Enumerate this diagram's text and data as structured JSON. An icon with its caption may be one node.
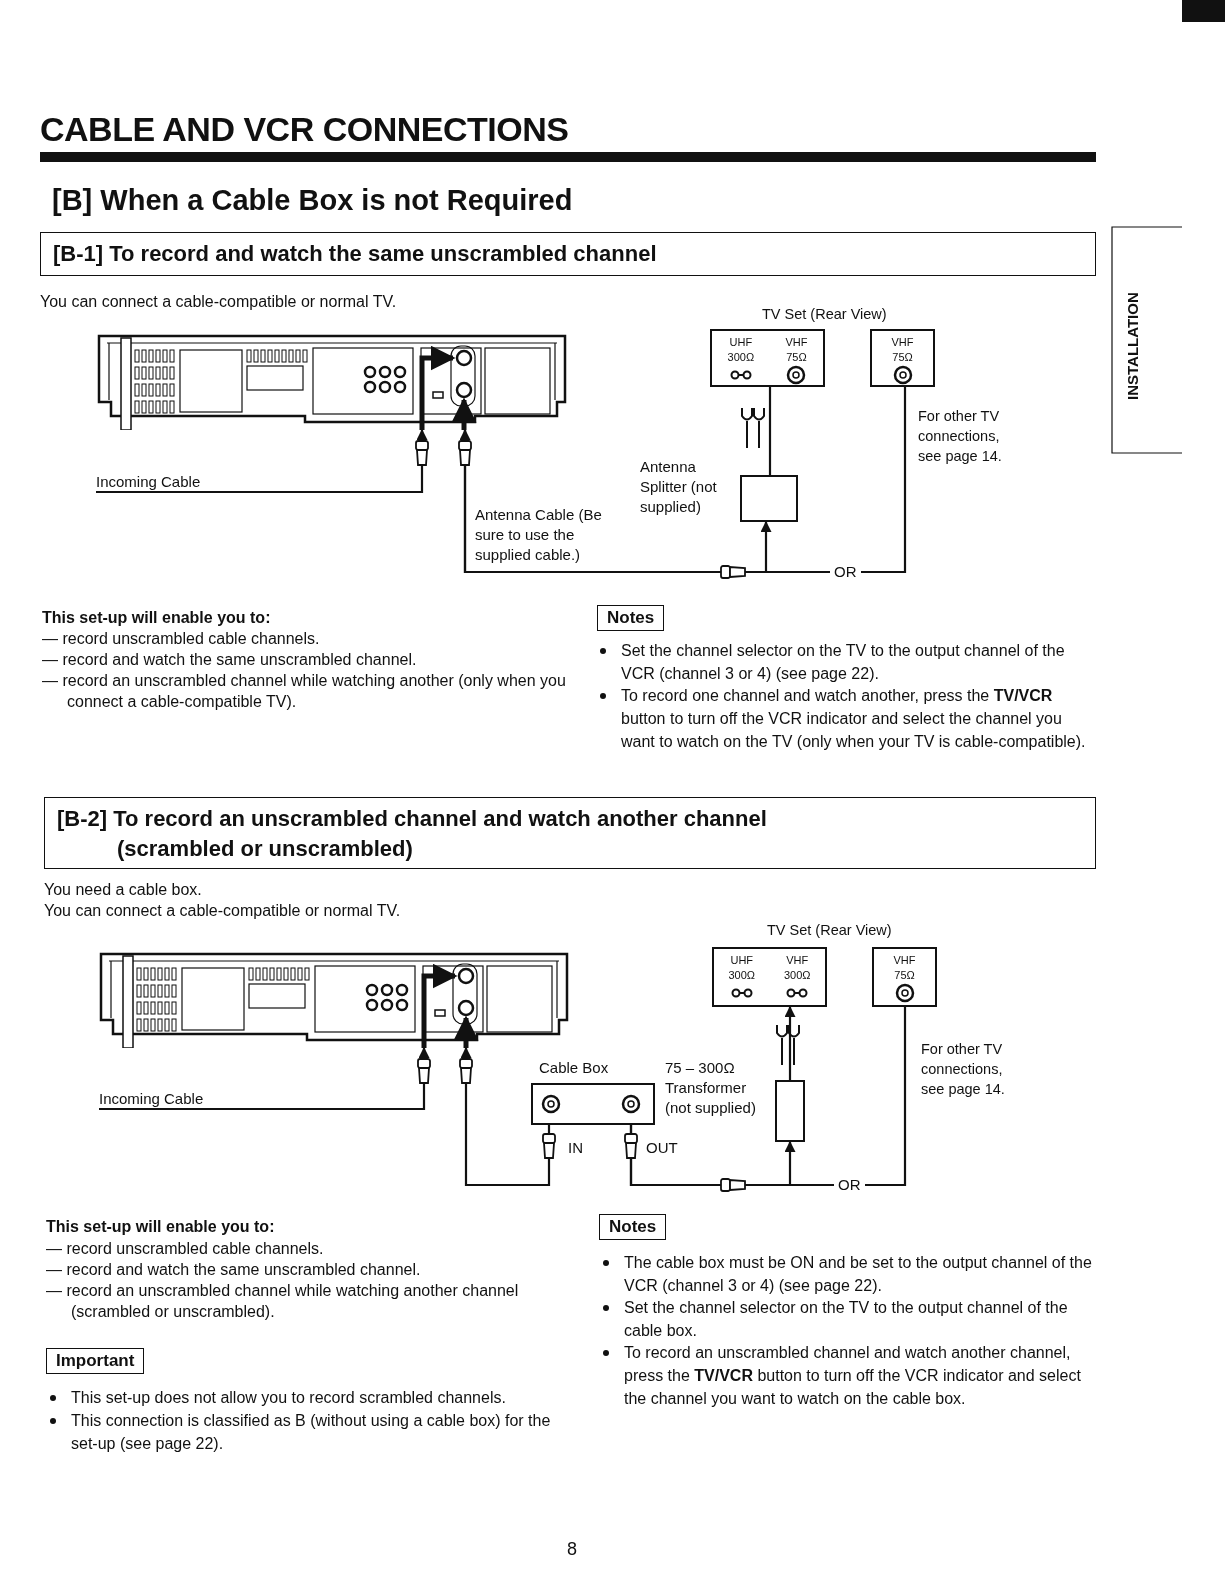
{
  "diagram": {
    "title": "CABLE AND VCR CONNECTIONS",
    "nodes": [
      {
        "text": [],
        "shape": "picture"
      },
      {
        "text": [
          "Incoming Cable"
        ]
      },
      {
        "text": [
          "Antenna Splitter (not supplied)"
        ]
      },
      {
        "text": [
          "UHF 300Ω",
          "VHF 75Ω"
        ]
      },
      {
        "text": [
          "VHF 75Ω"
        ]
      },
      {
        "text": [],
        "shape": "picture"
      },
      {
        "text": [
          "Incoming Cable"
        ]
      },
      {
        "text": [
          "Cable Box"
        ],
        "beside": [
          "IN",
          "OUT"
        ]
      },
      {
        "text": [
          "75 – 300Ω Transformer (not supplied)"
        ]
      },
      {
        "text": [
          "UHF 300Ω",
          "VHF 300Ω"
        ]
      },
      {
        "text": [
          "VHF 75Ω"
        ]
      }
    ],
    "edges": [
      {
        "from": 1,
        "to": 0,
        "arrow": "to"
      },
      {
        "from": 0,
        "to": 2,
        "arrow": "both",
        "label": "Antenna Cable (Be sure to use the supplied cable.)"
      },
      {
        "from": 2,
        "to": 3,
        "arrow": "none"
      },
      {
        "from": 0,
        "to": 4,
        "arrow": "none",
        "label": "OR"
      },
      {
        "from": 6,
        "to": 5,
        "arrow": "to"
      },
      {
        "from": 7,
        "to": 5,
        "arrow": "to"
      },
      {
        "from": 7,
        "to": 8,
        "arrow": "to"
      },
      {
        "from": 8,
        "to": 9,
        "arrow": "to"
      },
      {
        "from": 7,
        "to": 10,
        "arrow": "none",
        "label": "OR"
      }
    ],
    "labels": [
      "[B] When a Cable Box is not Required",
      "[B-1] To record and watch the same unscrambled channel",
      "You can connect a cable-compatible or normal TV.",
      "TV Set (Rear View)",
      "For other TV connections, see page 14.",
      "This set-up will enable you to:",
      "— record unscrambled cable channels.",
      "— record and watch the same unscrambled channel.",
      "— record an unscrambled channel while watching another (only when you connect a cable-compatible TV).",
      "Notes",
      "Set the channel selector on the TV to the output channel of the VCR (channel 3 or 4) (see page 22).",
      "To record one channel and watch another, press the **TV/VCR** button to turn off the VCR indicator and select the channel you want to watch on the TV (only when your TV is cable-compatible).",
      "[B-2] To record an unscrambled channel and watch another channel (scrambled or unscrambled)",
      "You need a cable box.",
      "You can connect a cable-compatible or normal TV.",
      "TV Set (Rear View)",
      "For other TV connections, see page 14.",
      "This set-up will enable you to:",
      "— record unscrambled cable channels.",
      "— record and watch the same unscrambled channel.",
      "— record an unscrambled channel while watching another channel (scrambled or unscrambled).",
      "Important",
      "This set-up does not allow you to record scrambled channels.",
      "This connection is classified as B (without using a cable box) for the set-up (see page 22).",
      "Notes",
      "The cable box must be ON and be set to the output channel of the VCR (channel 3 or 4) (see page 22).",
      "Set the channel selector on the TV to the output channel of the cable box.",
      "To record an unscrambled channel and watch another channel, press the **TV/VCR** button to turn off the VCR indicator and select the channel you want to watch on the cable box.",
      "INSTALLATION",
      "8"
    ]
  }
}
